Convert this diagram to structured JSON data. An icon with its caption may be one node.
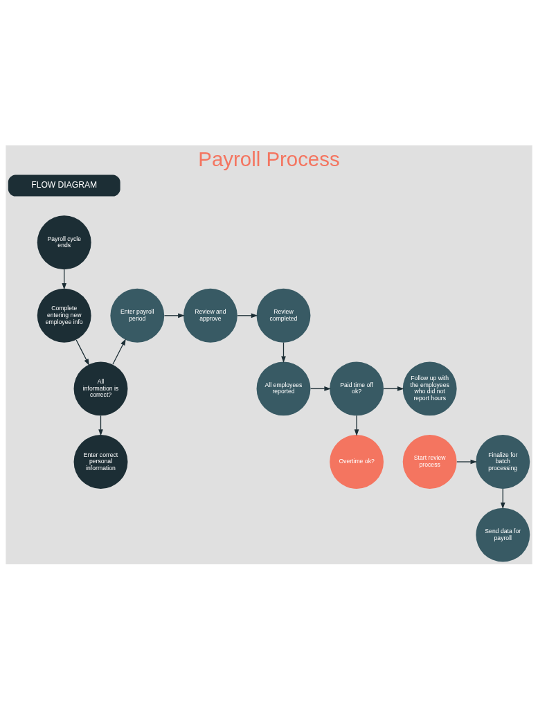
{
  "diagram": {
    "title": "Payroll Process",
    "nodes": [
      {
        "text": [
          "FLOW DIAGRAM"
        ]
      },
      {
        "text": [
          "Payroll cycle ends"
        ]
      },
      {
        "text": [
          "Complete entering new employee info"
        ]
      },
      {
        "text": [
          "Enter payroll period"
        ]
      },
      {
        "text": [
          "Review and approve"
        ]
      },
      {
        "text": [
          "Review completed"
        ]
      },
      {
        "text": [
          "All information is correct?"
        ]
      },
      {
        "text": [
          "Follow up with the employees who did not report hours"
        ]
      },
      {
        "text": [
          "Paid time off ok?"
        ]
      },
      {
        "text": [
          "All employees reported"
        ]
      },
      {
        "text": [
          "Enter correct personal information"
        ]
      },
      {
        "text": [
          "Finalize for batch processing"
        ]
      },
      {
        "text": [
          "Overtime ok?"
        ]
      },
      {
        "text": [
          "Start review process"
        ]
      },
      {
        "text": [
          "Send data for payroll"
        ]
      }
    ],
    "edges": [
      {
        "from": 1,
        "to": 2,
        "arrow": "to"
      },
      {
        "from": 2,
        "to": 6,
        "arrow": "to"
      },
      {
        "from": 6,
        "to": 3,
        "arrow": "to"
      },
      {
        "from": 3,
        "to": 4,
        "arrow": "to"
      },
      {
        "from": 4,
        "to": 5,
        "arrow": "to"
      },
      {
        "from": 5,
        "to": 9,
        "arrow": "to"
      },
      {
        "from": 9,
        "to": 8,
        "arrow": "to"
      },
      {
        "from": 8,
        "to": 7,
        "arrow": "to"
      },
      {
        "from": 8,
        "to": 12,
        "arrow": "to"
      },
      {
        "from": 6,
        "to": 10,
        "arrow": "to"
      },
      {
        "from": 13,
        "to": 11,
        "arrow": "to"
      },
      {
        "from": 11,
        "to": 14,
        "arrow": "to"
      }
    ]
  }
}
